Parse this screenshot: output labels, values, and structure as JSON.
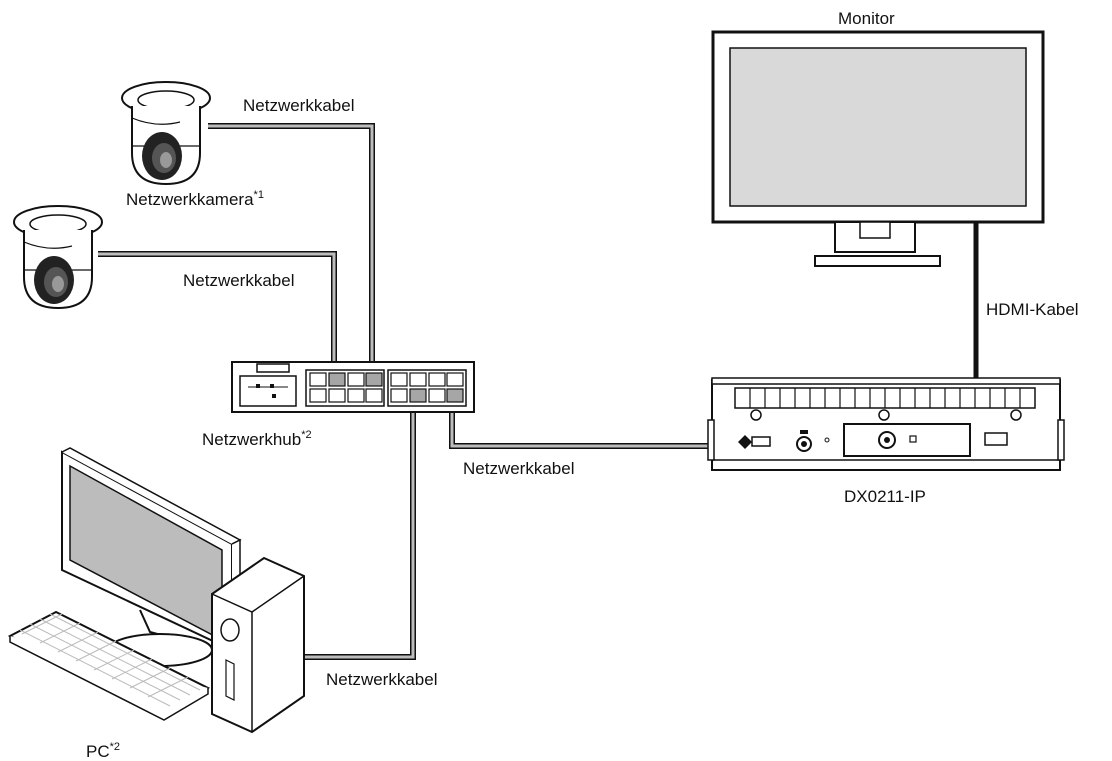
{
  "labels": {
    "monitor": "Monitor",
    "hdmi_cable": "HDMI-Kabel",
    "device": "DX0211-IP",
    "hub": "Netzwerkhub",
    "hub_note": "*2",
    "camera": "Netzwerkkamera",
    "camera_note": "*1",
    "pc": "PC",
    "pc_note": "*2",
    "cable_camera1": "Netzwerkkabel",
    "cable_camera2": "Netzwerkkabel",
    "cable_device": "Netzwerkkabel",
    "cable_pc": "Netzwerkkabel"
  },
  "colors": {
    "line": "#111111",
    "cable_fill": "#bdbdbd",
    "screen": "#d9d9d9",
    "pc_screen": "#bcbcbc",
    "port_highlight": "#a6a6a6"
  }
}
